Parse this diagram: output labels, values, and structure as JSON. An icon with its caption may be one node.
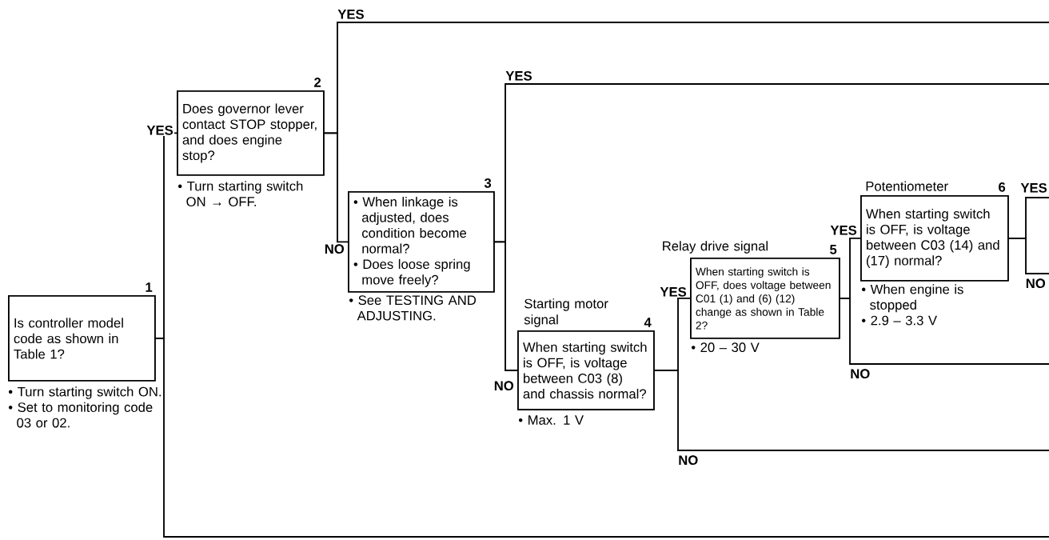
{
  "diagram": {
    "nodes": [
      {
        "text": [
          "1",
          "Is controller model code as shown in Table 1?"
        ],
        "beside": [
          "• Turn starting switch ON.",
          "• Set to monitoring code 03 or 02."
        ]
      },
      {
        "text": [
          "2",
          "Does governor lever contact STOP stopper, and does engine stop?"
        ],
        "beside": [
          "• Turn starting switch ON → OFF."
        ]
      },
      {
        "text": [
          "3",
          "• When linkage is adjusted, does condition become normal?",
          "• Does loose spring move freely?"
        ],
        "beside": [
          "• See TESTING AND ADJUSTING."
        ]
      },
      {
        "text": [
          "Starting motor signal",
          "4",
          "When starting switch is OFF, is voltage between C03 (8) and chassis normal?"
        ],
        "beside": [
          "• Max. 1 V"
        ]
      },
      {
        "text": [
          "Relay drive signal",
          "5",
          "When starting switch is OFF, does voltage between C01 (1) and (6) (12) change as shown in Table 2?"
        ],
        "beside": [
          "• 20 – 30 V"
        ]
      },
      {
        "text": [
          "Potentiometer",
          "6",
          "When starting switch is OFF, is voltage between C03 (14) and (17) normal?"
        ],
        "beside": [
          "• When engine is stopped",
          "• 2.9 – 3.3 V"
        ]
      }
    ],
    "edges": [
      {
        "from": 0,
        "to": 1,
        "arrow": "none",
        "label": "YES"
      },
      {
        "from": 0,
        "to": null,
        "arrow": "none"
      },
      {
        "from": 1,
        "to": null,
        "arrow": "none",
        "label": "YES"
      },
      {
        "from": 1,
        "to": 2,
        "arrow": "none",
        "label": "NO"
      },
      {
        "from": 2,
        "to": null,
        "arrow": "none",
        "label": "YES"
      },
      {
        "from": 2,
        "to": 3,
        "arrow": "none",
        "label": "NO"
      },
      {
        "from": 3,
        "to": 4,
        "arrow": "none",
        "label": "YES"
      },
      {
        "from": 3,
        "to": null,
        "arrow": "none",
        "label": "NO"
      },
      {
        "from": 4,
        "to": 5,
        "arrow": "none",
        "label": "YES"
      },
      {
        "from": 4,
        "to": null,
        "arrow": "none",
        "label": "NO"
      },
      {
        "from": 5,
        "to": null,
        "arrow": "none",
        "label": "YES"
      },
      {
        "from": 5,
        "to": null,
        "arrow": "none",
        "label": "NO"
      }
    ]
  }
}
